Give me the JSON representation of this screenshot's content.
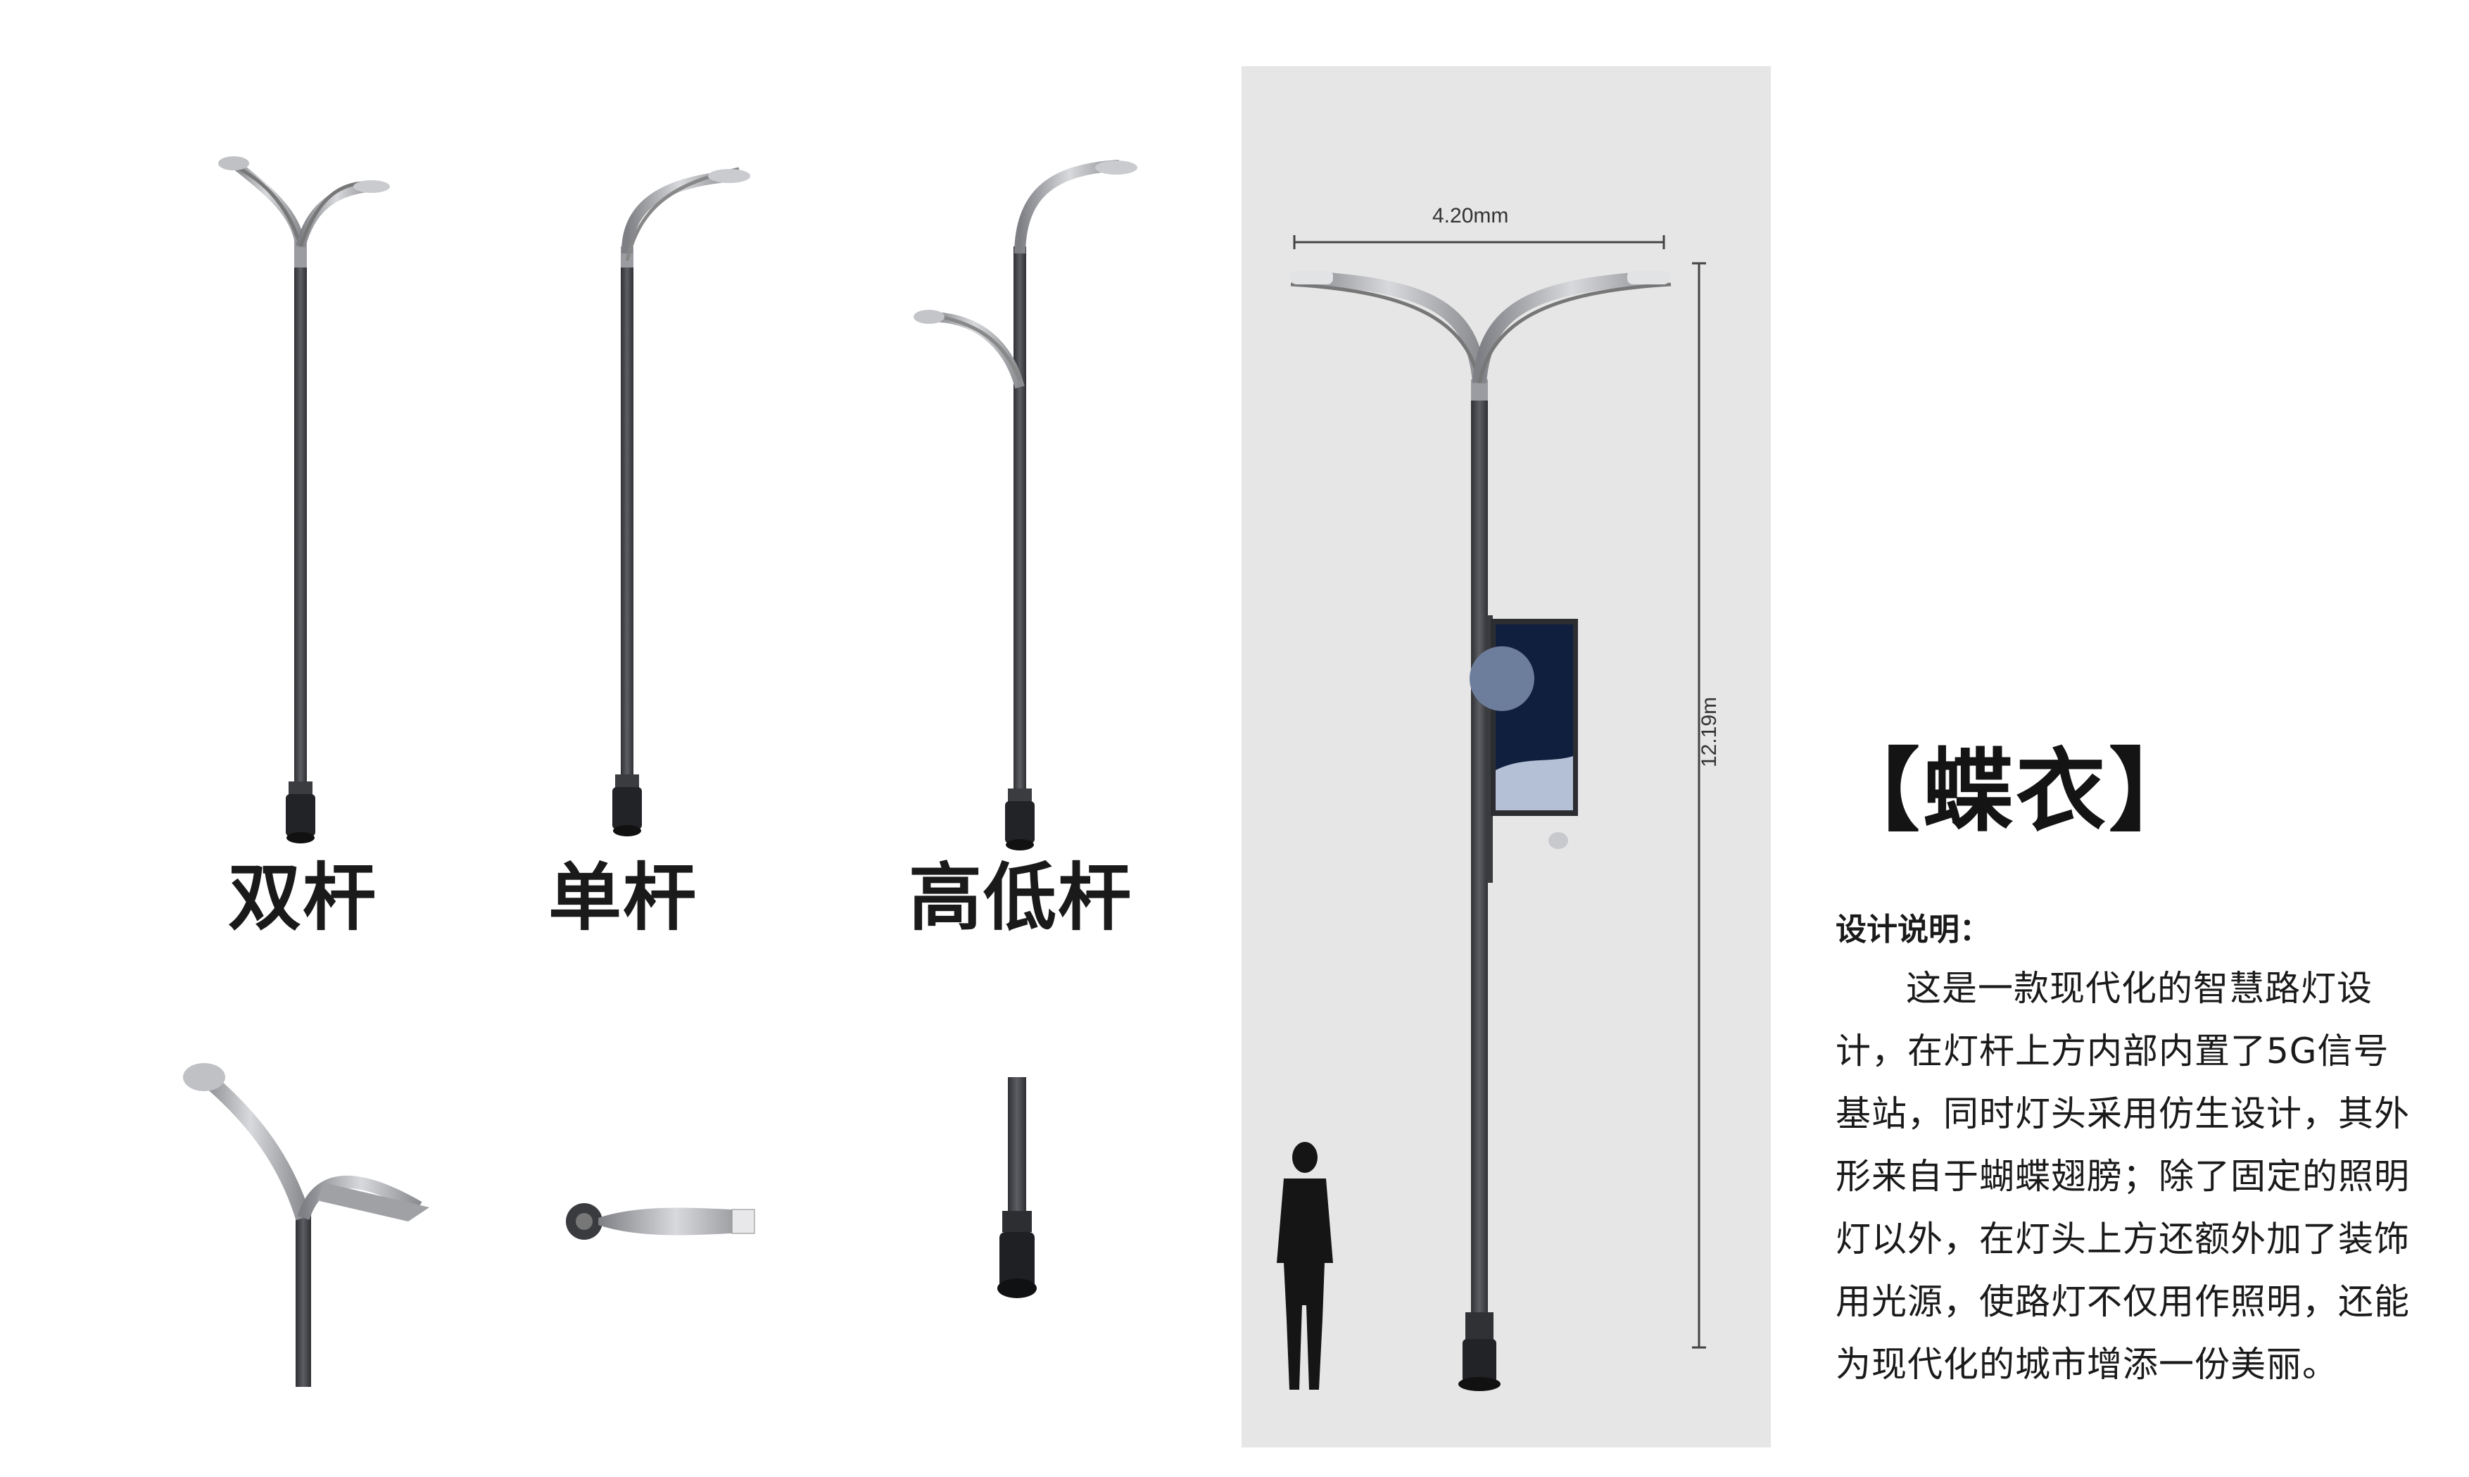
{
  "variants": [
    {
      "label": "双杆"
    },
    {
      "label": "单杆"
    },
    {
      "label": "高低杆"
    }
  ],
  "elevation": {
    "width_dimension": "4.20mm",
    "height_dimension": "12.19m"
  },
  "product": {
    "title": "【蝶衣】"
  },
  "description": {
    "heading": "设计说明：",
    "body": "这是一款现代化的智慧路灯设计，在灯杆上方内部内置了5G信号基站，同时灯头采用仿生设计，其外形来自于蝴蝶翅膀；除了固定的照明灯以外，在灯头上方还额外加了装饰用光源，使路灯不仅用作照明，还能为现代化的城市增添一份美丽。"
  },
  "colors": {
    "pole": "#4a4b4f",
    "pole_dark": "#2a2b2e",
    "arm": "#a9abb0",
    "panel_bg": "#e6e6e6"
  }
}
